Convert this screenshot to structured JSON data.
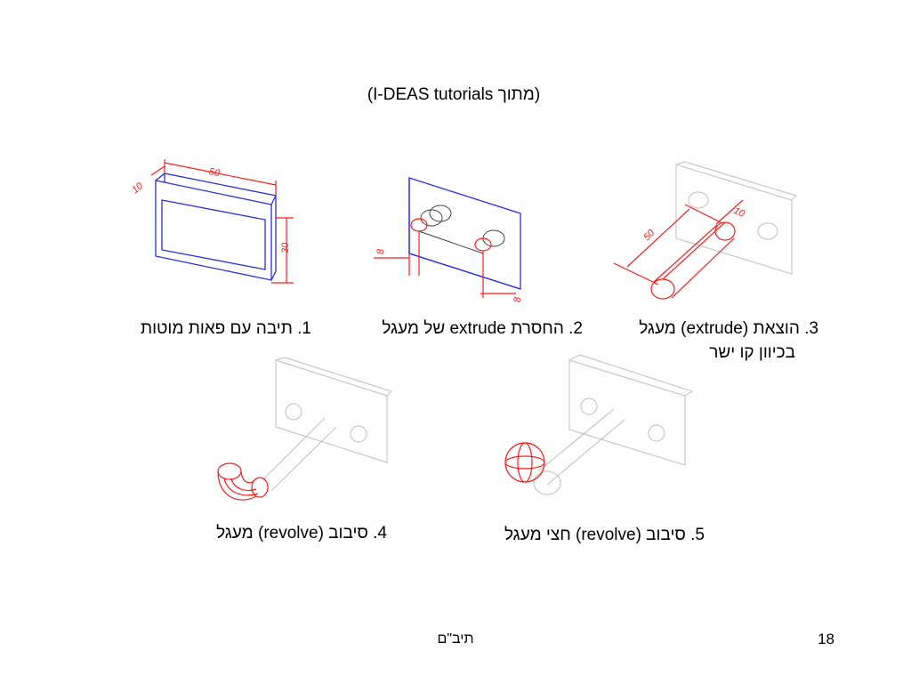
{
  "slide": {
    "title": "(I-DEAS tutorials מתוך)",
    "captions": {
      "c1": "1. תיבה עם פאות מוטות",
      "c2": "2. החסרת extrude של מעגל",
      "c3_line1": "3. הוצאת (extrude) מעגל",
      "c3_line2": "בכיוון קו ישר",
      "c4": "4. סיבוב (revolve) מעגל",
      "c5": "5. סיבוב (revolve) חצי מעגל"
    },
    "dimensions": {
      "fig1_depth": "10",
      "fig1_width": "50",
      "fig1_height": "30",
      "fig2_left": "8",
      "fig2_bottom": "8",
      "fig3_length": "50",
      "fig3_diameter": "10"
    },
    "footer": {
      "center": "תיב\"ם",
      "page_number": "18"
    },
    "colors": {
      "sketch_lines": "#2a2ee6",
      "dimensions": "#ff1a1a",
      "ghost_geometry": "#c8c8c8"
    }
  }
}
